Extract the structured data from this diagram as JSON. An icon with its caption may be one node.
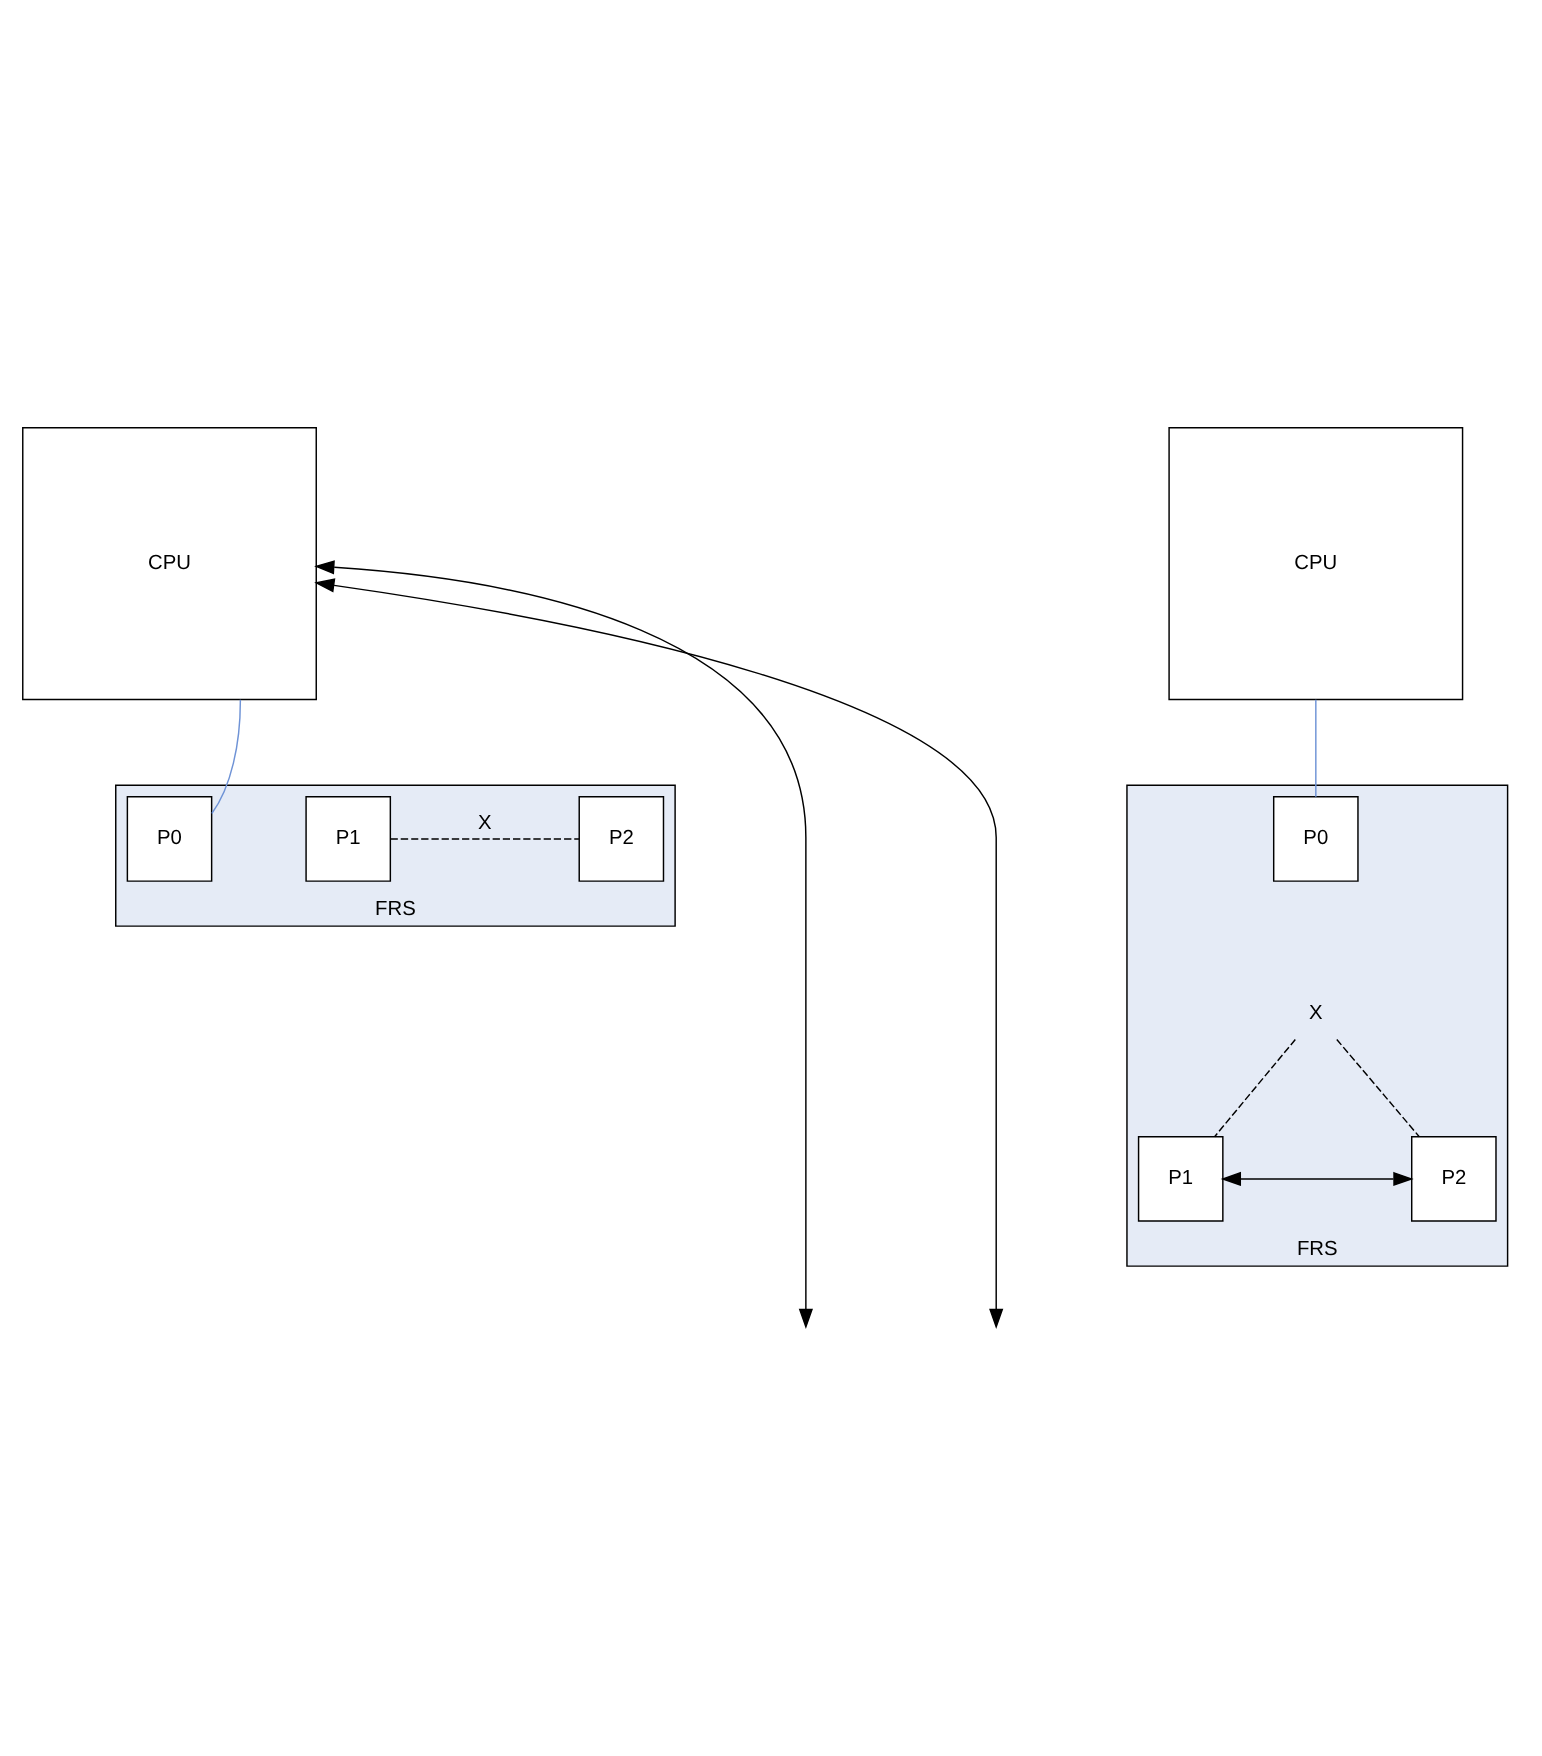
{
  "diagram": {
    "nodes": [
      {
        "text": [
          "CPU"
        ]
      },
      {
        "text": [
          "FRS"
        ]
      },
      {
        "text": [
          "P0"
        ],
        "in": 1
      },
      {
        "text": [
          "P1"
        ],
        "in": 1
      },
      {
        "text": [
          "P2"
        ],
        "in": 1
      },
      {
        "text": [
          "CPU"
        ]
      },
      {
        "text": [
          "FRS"
        ]
      },
      {
        "text": [
          "P0"
        ],
        "in": 6
      },
      {
        "text": [
          "X"
        ],
        "in": 6
      },
      {
        "text": [
          "P1"
        ],
        "in": 6
      },
      {
        "text": [
          "P2"
        ],
        "in": 6
      }
    ],
    "edges": [
      {
        "from": 0,
        "to": 2,
        "arrow": "none",
        "color": "#6f93d6"
      },
      {
        "from": null,
        "to": 0,
        "arrow": "both"
      },
      {
        "from": null,
        "to": 0,
        "arrow": "both"
      },
      {
        "from": 3,
        "to": 4,
        "arrow": "none",
        "label": "X",
        "style": "dashed"
      },
      {
        "from": 5,
        "to": 7,
        "arrow": "none",
        "color": "#6f93d6"
      },
      {
        "from": 9,
        "to": 10,
        "arrow": "both"
      },
      {
        "from": 9,
        "to": 8,
        "arrow": "none",
        "style": "dashed"
      },
      {
        "from": 10,
        "to": 8,
        "arrow": "none",
        "style": "dashed"
      }
    ]
  }
}
